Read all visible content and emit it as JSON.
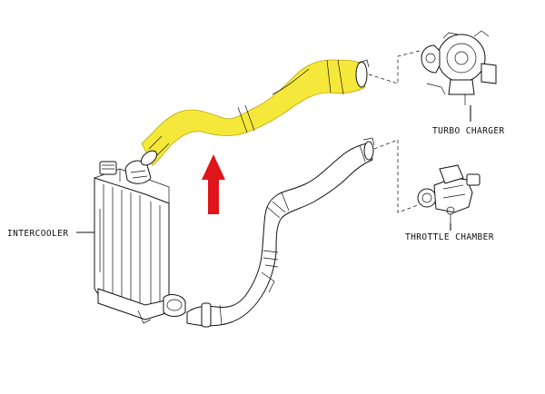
{
  "labels": {
    "intercooler": "INTERCOOLER",
    "turbo_charger": "TURBO CHARGER",
    "throttle_chamber": "THROTTLE CHAMBER"
  },
  "colors": {
    "highlight_hose": "#f5e83a",
    "arrow": "#e0141b",
    "line": "#111111",
    "background": "#ffffff"
  },
  "icons": {
    "arrow": "up-arrow-icon"
  }
}
